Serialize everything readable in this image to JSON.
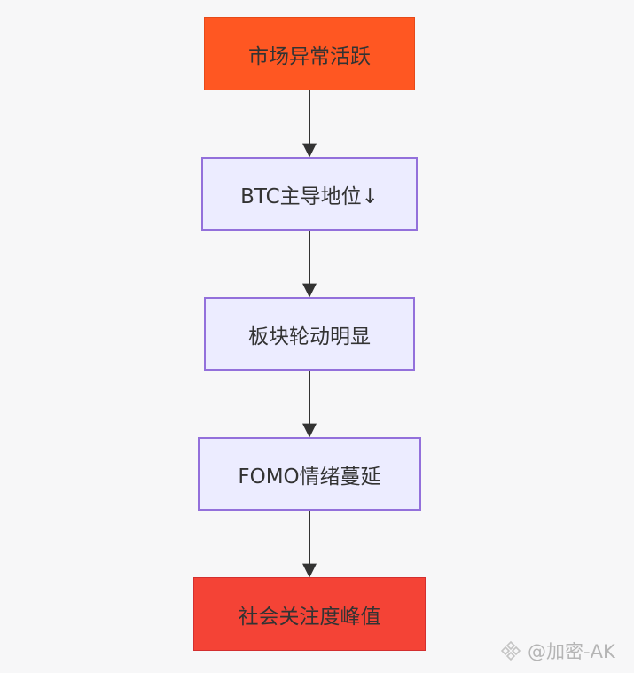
{
  "flow": {
    "nodes": [
      {
        "id": "n1",
        "label": "市场异常活跃",
        "style": "orange"
      },
      {
        "id": "n2",
        "label": "BTC主导地位↓",
        "style": "light"
      },
      {
        "id": "n3",
        "label": "板块轮动明显",
        "style": "light"
      },
      {
        "id": "n4",
        "label": "FOMO情绪蔓延",
        "style": "light"
      },
      {
        "id": "n5",
        "label": "社会关注度峰值",
        "style": "red"
      }
    ],
    "edges": [
      {
        "from": "n1",
        "to": "n2"
      },
      {
        "from": "n2",
        "to": "n3"
      },
      {
        "from": "n3",
        "to": "n4"
      },
      {
        "from": "n4",
        "to": "n5"
      }
    ]
  },
  "watermark": {
    "text": "@加密-AK",
    "icon": "binance-square-logo-icon"
  },
  "colors": {
    "background": "#f7f7f8",
    "orange_fill": "#ff5722",
    "light_fill": "#ececff",
    "light_border": "#9370db",
    "red_fill": "#f44336",
    "edge": "#333333",
    "text": "#333333"
  }
}
